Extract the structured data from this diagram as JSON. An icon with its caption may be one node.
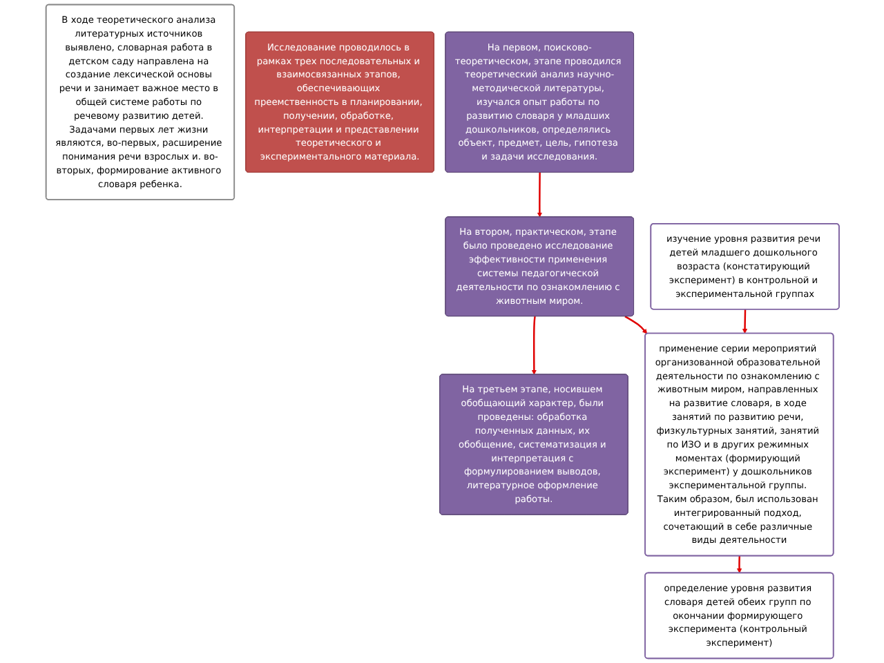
{
  "diagram": {
    "nodes": [
      {
        "text": [
          "В ходе теоретического анализа литературных источников выявлено, словарная работа в детском саду направлена на создание лексической основы речи и занимает важное место в общей системе работы по речевому развитию детей. Задачами первых лет жизни являются, во-первых, расширение понимания речи взрослых и. во-вторых, формирование активного словаря ребенка."
        ]
      },
      {
        "text": [
          "Исследование проводилось в рамках трех последовательных и взаимосвязанных этапов, обеспечивающих преемственность в планировании, получении, обработке, интерпретации и представлении теоретического и экспериментального материала."
        ]
      },
      {
        "text": [
          "На первом, поисково-теоретическом, этапе проводился теоретический анализ научно-методической литературы, изучался опыт работы по развитию словаря у младших дошкольников, определялись объект, предмет, цель, гипотеза и задачи исследования."
        ]
      },
      {
        "text": [
          "На втором, практическом, этапе было проведено исследование эффективности применения системы педагогической деятельности по ознакомлению с животным миром."
        ]
      },
      {
        "text": [
          "На третьем этапе, носившем обобщающий характер, были проведены: обработка полученных данных, их обобщение, систематизация и интерпретация с формулированием выводов, литературное оформление работы."
        ]
      },
      {
        "text": [
          "изучение уровня развития речи детей младшего дошкольного возраста (констатирующий эксперимент) в контрольной и экспериментальной группах"
        ]
      },
      {
        "text": [
          "применение серии мероприятий организованной образовательной деятельности по ознакомлению с животным миром, направленных на развитие словаря, в ходе занятий по развитию речи, физкультурных занятий, занятий по ИЗО и в других режимных моментах (формирующий эксперимент) у дошкольников экспериментальной группы. Таким образом, был использован интегрированный подход, сочетающий в себе различные виды деятельности"
        ]
      },
      {
        "text": [
          "определение уровня развития словаря детей обеих групп по окончании формирующего эксперимента (контрольный эксперимент)"
        ]
      }
    ],
    "edges": [
      {
        "from": 2,
        "to": 3,
        "arrow": "to"
      },
      {
        "from": 3,
        "to": 4,
        "arrow": "to"
      },
      {
        "from": 3,
        "to": 6,
        "arrow": "to"
      },
      {
        "from": 5,
        "to": 6,
        "arrow": "to"
      },
      {
        "from": 6,
        "to": 7,
        "arrow": "to"
      }
    ]
  }
}
